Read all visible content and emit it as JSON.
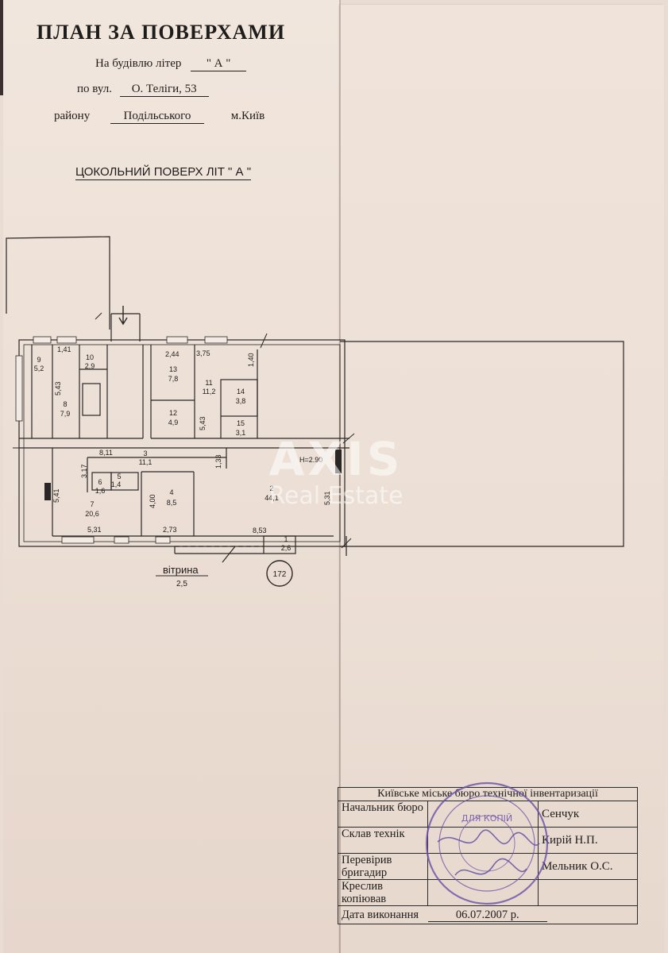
{
  "header": {
    "title": "ПЛАН ЗА ПОВЕРХАМИ",
    "building_prefix": "На будівлю літер",
    "building_letter": "\"  А  \"",
    "street_prefix": "по вул.",
    "street": "О. Теліги,  53",
    "district_prefix": "району",
    "district": "Подільського",
    "city": "м.Київ"
  },
  "floor_title": "ЦОКОЛЬНИЙ ПОВЕРХ  ЛІТ \" А \"",
  "plan": {
    "rooms": [
      {
        "no": "1",
        "area": "2,6"
      },
      {
        "no": "2",
        "area": "44,1"
      },
      {
        "no": "3",
        "area": "11,1"
      },
      {
        "no": "4",
        "area": "8,5"
      },
      {
        "no": "5",
        "area": "1,4"
      },
      {
        "no": "6",
        "area": "1,6"
      },
      {
        "no": "7",
        "area": "20,6"
      },
      {
        "no": "8",
        "area": "7,9"
      },
      {
        "no": "9",
        "area": "5,2"
      },
      {
        "no": "10",
        "area": "2,9"
      },
      {
        "no": "11",
        "area": "11,2"
      },
      {
        "no": "12",
        "area": "4,9"
      },
      {
        "no": "13",
        "area": "7,8"
      },
      {
        "no": "14",
        "area": "3,8"
      },
      {
        "no": "15",
        "area": "3,1"
      }
    ],
    "dimensions": [
      "1,41",
      "5,43",
      "2,44",
      "3,75",
      "1,40",
      "5,43",
      "8,11",
      "3,17",
      "1,33",
      "5,41",
      "4,00",
      "5,31",
      "5,31",
      "2,73",
      "8,53"
    ],
    "height_label": "H=2.90",
    "vitryna_label": "вітрина",
    "vitryna_value": "2,5",
    "circle_number": "172"
  },
  "watermark": {
    "main": "AXIS",
    "sub": "Real Estate"
  },
  "stamp_table": {
    "bureau": "Київське міське бюро технічної інвентаризації",
    "rows": [
      {
        "role": "Начальник бюро",
        "name": "Сенчук"
      },
      {
        "role": "Склав технік",
        "name": "Кирій Н.П."
      },
      {
        "role": "Перевірив бригадир",
        "name": "Мельник О.С."
      },
      {
        "role": "Креслив копіював",
        "name": ""
      }
    ],
    "date_label": "Дата виконання",
    "date_value": "06.07.2007 р."
  },
  "seal": {
    "center_text": "ДЛЯ КОПІЙ"
  },
  "colors": {
    "paper": "#ede1d7",
    "ink": "#1f1c1c",
    "seal": "#6a4fa8"
  }
}
